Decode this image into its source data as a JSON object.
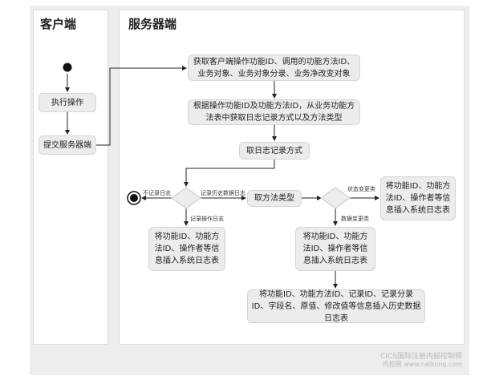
{
  "lanes": {
    "client": "客户端",
    "server": "服务器端"
  },
  "nodes": {
    "execute_op": "执行操作",
    "submit_server": "提交服务器端",
    "get_ids": "获取客户端操作功能ID、调用的功能方法ID、业务对象、业务对象分录、业务净改变对象",
    "lookup_method": "根据操作功能ID及功能方法ID，从业务功能方法表中获取日志记录方式以及方法类型",
    "get_log_mode": "取日志记录方式",
    "get_method_type": "取方法类型",
    "insert_syslog_a": "将功能ID、功能方法ID、操作者等信息插入系统日志表",
    "insert_syslog_b": "将功能ID、功能方法ID、操作者等信息插入系统日志表",
    "insert_syslog_c": "将功能ID、功能方法ID、操作者等信息插入系统日志表",
    "insert_history": "将功能ID、功能方法ID、记录ID、记录分录ID、字段名、原值、修改值等信息插入历史数据日志表"
  },
  "edge_labels": {
    "no_log": "不记录日志",
    "log_history": "记录历史数据日志",
    "log_operation": "记录操作日志",
    "state_change": "状态变更类",
    "data_change": "数据变更类"
  },
  "watermark": {
    "line1": "CICS国际注册内部控制师",
    "line2": "内控网 www.neikong.com"
  }
}
